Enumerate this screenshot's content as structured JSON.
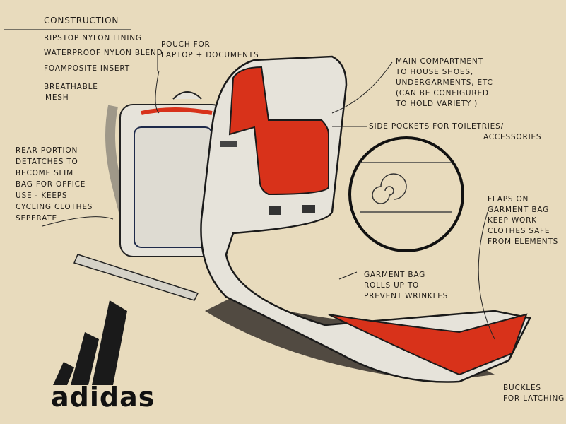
{
  "construction": {
    "heading": "Construction",
    "items": [
      "Ripstop nylon lining",
      "Waterproof nylon blend",
      "Foamposite insert",
      "Breathable",
      "mesh"
    ]
  },
  "annotations": {
    "pouch": [
      "Pouch for",
      "laptop + documents"
    ],
    "main": [
      "Main compartment",
      "to house shoes,",
      "undergarments, etc",
      "(can be configured",
      "to hold variety )"
    ],
    "side": [
      "Side pockets for toiletries/",
      "Accessories"
    ],
    "rear": [
      "Rear portion",
      "detatches to",
      "become slim",
      "bag for office",
      "use - keeps",
      "cycling clothes",
      "seperate"
    ],
    "flaps": [
      "Flaps on",
      "garment bag",
      "keep work",
      "clothes safe",
      "from elements"
    ],
    "garment": [
      "Garment bag",
      "rolls up to",
      "prevent wrinkles"
    ],
    "buckles": [
      "Buckles",
      "for latching"
    ]
  },
  "logo": "adidas",
  "colors": {
    "paper": "#e8dbbd",
    "accent": "#d8321a",
    "ink": "#1e1a16",
    "bag": "#e6e3da"
  }
}
